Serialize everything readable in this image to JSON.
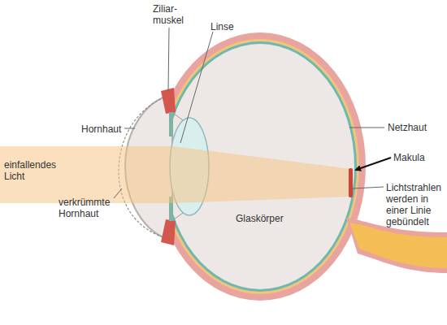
{
  "diagram": {
    "labels": [
      "Ziliar- muskel",
      "Linse",
      "Hornhaut",
      "Netzhaut",
      "Makula",
      "einfallendes Licht",
      "Lichtstrahlen werden in einer Linie gebündelt",
      "verkrümmte Hornhaut",
      "Glaskörper"
    ]
  }
}
